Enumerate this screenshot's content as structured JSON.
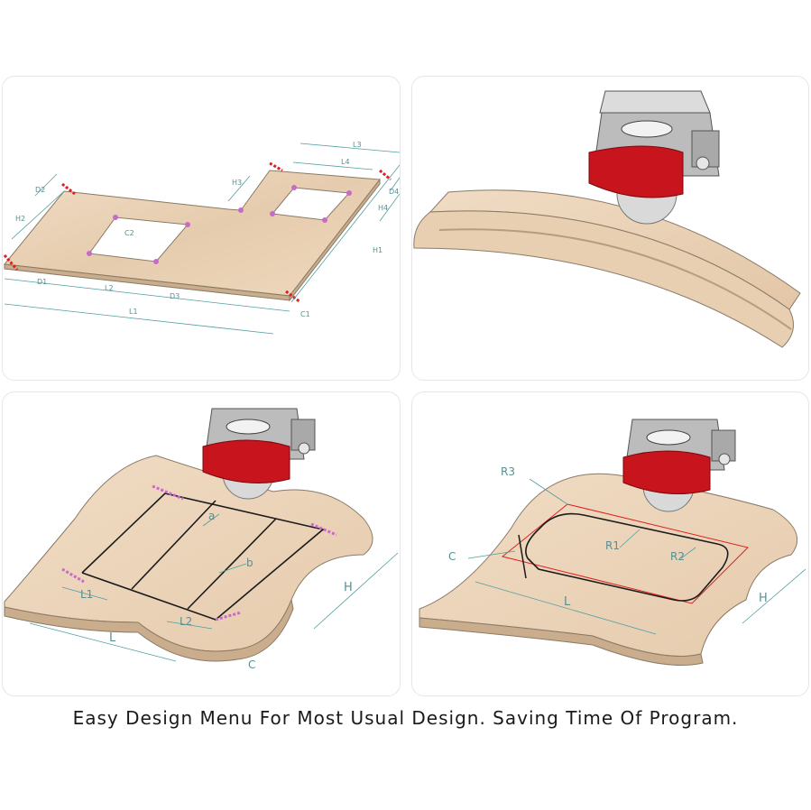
{
  "caption": "Easy Design Menu For Most Usual Design. Saving Time Of Program.",
  "colors": {
    "stone": "#ecd2b6",
    "stone_dark": "#c9ad8c",
    "head_red": "#c8141c",
    "dimension": "#4f9fa1",
    "cut_mark_red": "#e02020",
    "cut_mark_pink": "#c86ac8"
  },
  "panel1": {
    "labels": {
      "L1": "L1",
      "L2": "L2",
      "L3": "L3",
      "L4": "L4",
      "D1": "D1",
      "D2": "D2",
      "D3": "D3",
      "D4": "D4",
      "H1": "H1",
      "H2": "H2",
      "H3": "H3",
      "H4": "H4",
      "C1": "C1",
      "C2": "C2"
    }
  },
  "panel3": {
    "labels": {
      "a": "a",
      "b": "b",
      "L": "L",
      "L1": "L1",
      "L2": "L2",
      "H": "H",
      "C": "C"
    }
  },
  "panel4": {
    "labels": {
      "R1": "R1",
      "R2": "R2",
      "R3": "R3",
      "L": "L",
      "H": "H",
      "C": "C"
    }
  }
}
